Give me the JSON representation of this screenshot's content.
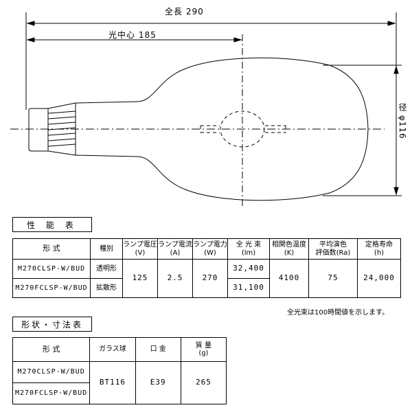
{
  "drawing": {
    "total_length_label": "全長 290",
    "center_label": "光中心 185",
    "diameter_label": "径 φ116"
  },
  "performance": {
    "title": "性 能 表",
    "headers": {
      "model": "形 式",
      "type": "種別",
      "voltage": "ランプ電圧",
      "voltage_unit": "(V)",
      "current": "ランプ電流",
      "current_unit": "(A)",
      "power": "ランプ電力",
      "power_unit": "(W)",
      "flux": "全 光 束",
      "flux_unit": "(lm)",
      "cct": "相関色温度",
      "cct_unit": "(K)",
      "cri": "平均演色",
      "cri2": "評価数(Ra)",
      "life": "定格寿命",
      "life_unit": "(h)"
    },
    "rows": [
      {
        "model": "M270CLSP-W/BUD",
        "type": "透明形",
        "flux": "32,400"
      },
      {
        "model": "M270FCLSP-W/BUD",
        "type": "拡散形",
        "flux": "31,100"
      }
    ],
    "shared": {
      "voltage": "125",
      "current": "2.5",
      "power": "270",
      "cct": "4100",
      "cri": "75",
      "life": "24,000"
    },
    "note": "全光束は100時間値を示します。"
  },
  "dimensions": {
    "title": "形状・寸法表",
    "headers": {
      "model": "形 式",
      "glass": "ガラス球",
      "base": "口 金",
      "mass": "質 量",
      "mass_unit": "(g)"
    },
    "rows": [
      {
        "model": "M270CLSP-W/BUD"
      },
      {
        "model": "M270FCLSP-W/BUD"
      }
    ],
    "shared": {
      "glass": "BT116",
      "base": "E39",
      "mass": "265"
    }
  }
}
